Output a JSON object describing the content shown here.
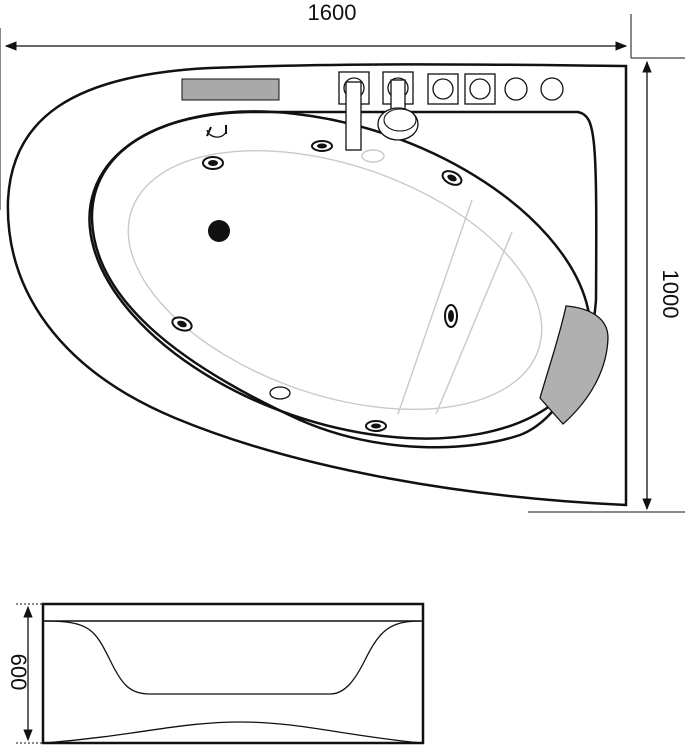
{
  "dimensions": {
    "width": "1600",
    "depth": "1000",
    "height": "600"
  },
  "colors": {
    "line": "#111111",
    "control_panel": "#a9a9a9",
    "headrest": "#b0b0b0",
    "inner_outline": "#c9c9c9",
    "drain": "#111111"
  }
}
